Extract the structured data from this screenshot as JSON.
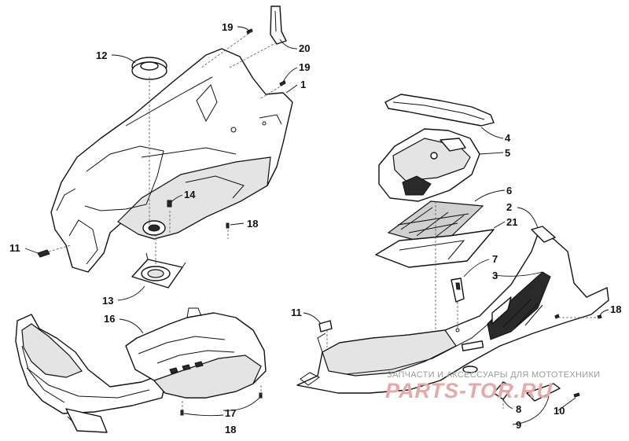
{
  "watermark": {
    "tagline": "ЗАПЧАСТИ И АКСЕССУАРЫ ДЛЯ МОТОТЕХНИКИ",
    "logo": "PARTS-TOR.RU",
    "color": "#e6a9a9"
  },
  "callouts": {
    "c1": "1",
    "c2": "2",
    "c3": "3",
    "c4": "4",
    "c5": "5",
    "c6": "6",
    "c7": "7",
    "c8": "8",
    "c9": "9",
    "c10": "10",
    "c11a": "11",
    "c11b": "11",
    "c12": "12",
    "c13": "13",
    "c14": "14",
    "c16": "16",
    "c17": "17",
    "c18a": "18",
    "c18b": "18",
    "c18c": "18",
    "c19a": "19",
    "c19b": "19",
    "c20": "20",
    "c21": "21"
  }
}
